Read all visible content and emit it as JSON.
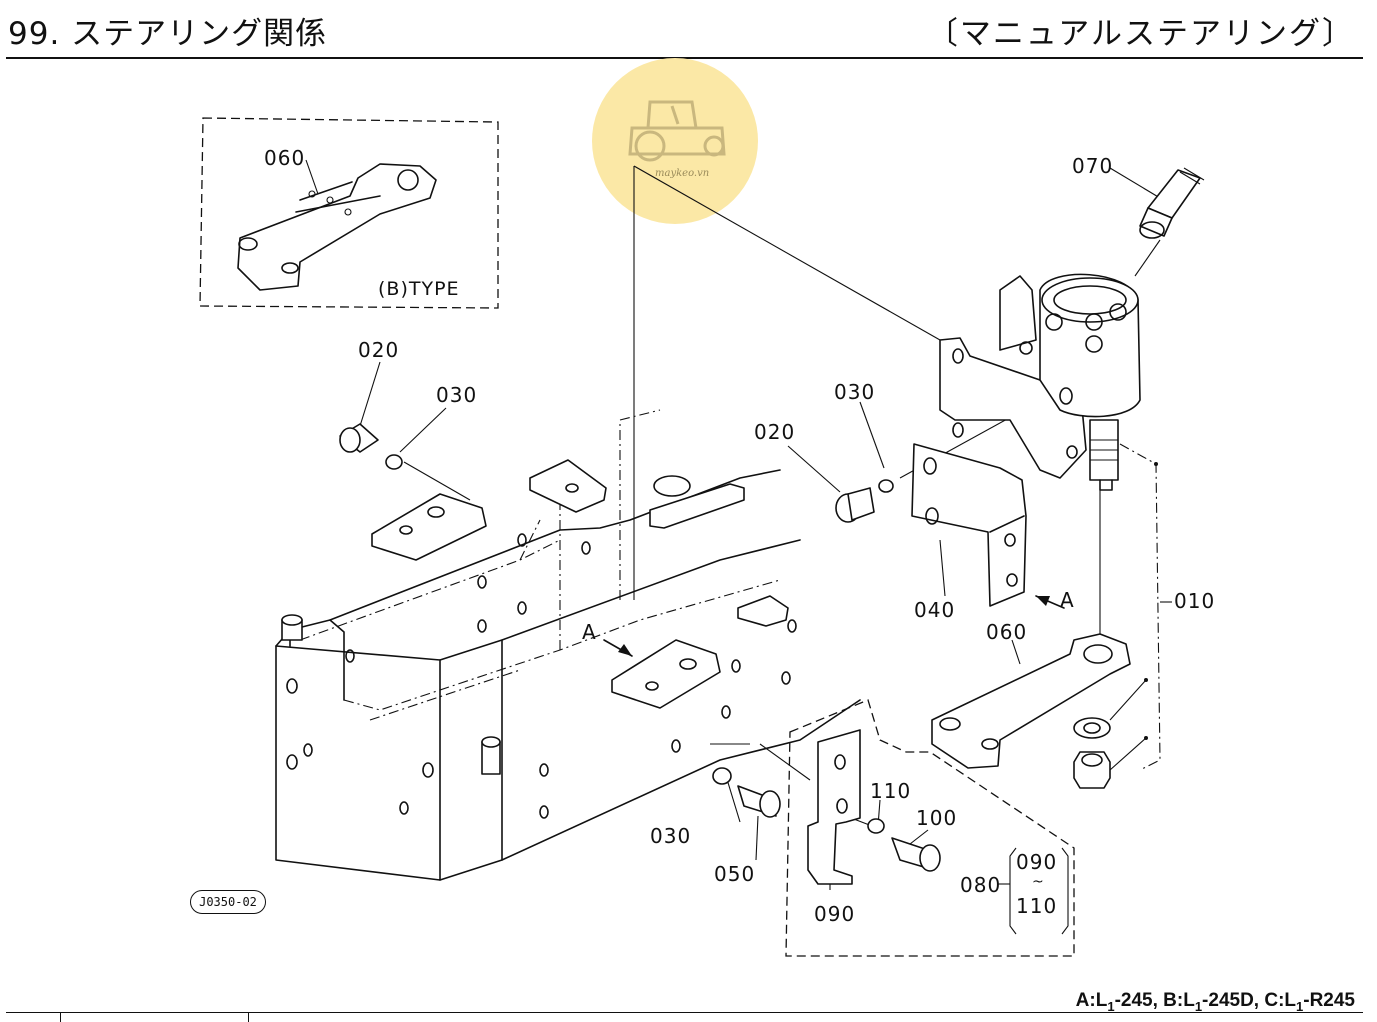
{
  "header": {
    "title": "99. ステアリング関係",
    "subtitle": "〔マニュアルステアリング〕"
  },
  "inset": {
    "type_label": "(B)TYPE",
    "part": "060"
  },
  "callouts": {
    "p070": "070",
    "p020_left": "020",
    "p030_left": "030",
    "p030_right": "030",
    "p020_right": "020",
    "p040": "040",
    "p010": "010",
    "p060": "060",
    "p110": "110",
    "p100": "100",
    "p030_bottom": "030",
    "p050": "050",
    "p090": "090",
    "p080": "080",
    "p080_from": "090",
    "p080_sep": "~",
    "p080_to": "110",
    "view_a_left": "A",
    "view_a_right": "A"
  },
  "drawing_code": "J0350-02",
  "watermark": {
    "text": "maykeo.vn",
    "color": "#fbe8a6"
  },
  "footer": {
    "models_prefix_a": "A:L",
    "models_sub_a": "1",
    "models_suffix_a": "-245,",
    "models_prefix_b": "B:L",
    "models_sub_b": "1",
    "models_suffix_b": "-245D,",
    "models_prefix_c": "C:L",
    "models_sub_c": "1",
    "models_suffix_c": "-R245"
  }
}
